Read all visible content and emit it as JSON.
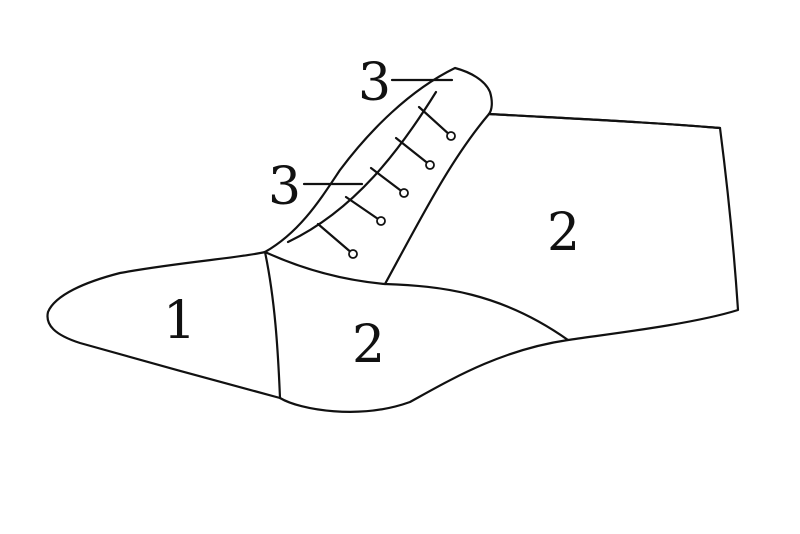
{
  "diagram": {
    "labels": {
      "toe_cap": "1",
      "vamp": "2",
      "quarter": "2",
      "lace_top": "3",
      "lace_mid": "3"
    },
    "colors": {
      "ink": "#111111",
      "paper": "#ffffff"
    }
  }
}
